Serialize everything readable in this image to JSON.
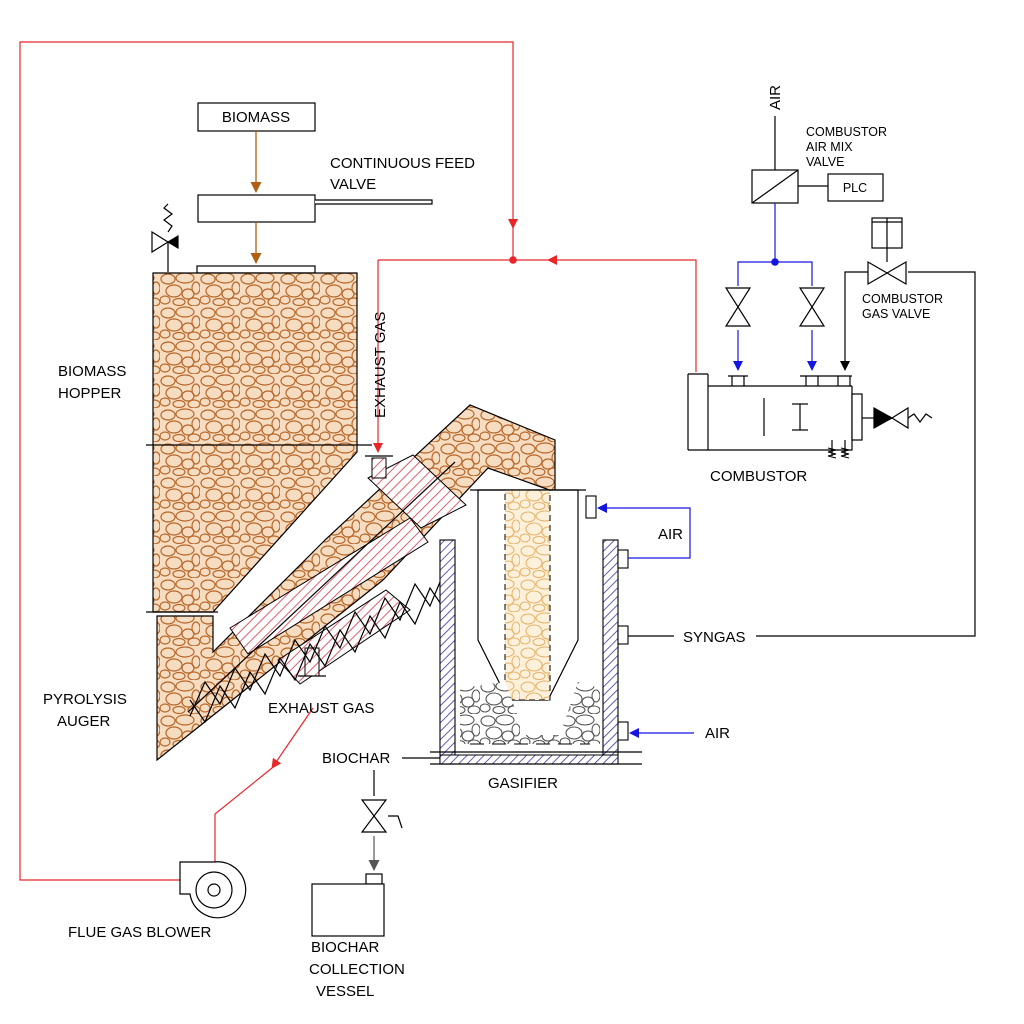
{
  "labels": {
    "biomass": "BIOMASS",
    "continuous_feed_valve_1": "CONTINUOUS FEED",
    "continuous_feed_valve_2": "VALVE",
    "biomass_hopper_1": "BIOMASS",
    "biomass_hopper_2": "HOPPER",
    "exhaust_gas_vertical": "EXHAUST GAS",
    "air_top": "AIR",
    "combustor_air_mix_valve_1": "COMBUSTOR",
    "combustor_air_mix_valve_2": "AIR MIX",
    "combustor_air_mix_valve_3": "VALVE",
    "plc": "PLC",
    "combustor_gas_valve_1": "COMBUSTOR",
    "combustor_gas_valve_2": "GAS VALVE",
    "combustor": "COMBUSTOR",
    "air_gasifier_upper": "AIR",
    "syngas": "SYNGAS",
    "pyrolysis_auger_1": "PYROLYSIS",
    "pyrolysis_auger_2": "AUGER",
    "exhaust_gas_lower": "EXHAUST GAS",
    "air_gasifier_lower": "AIR",
    "biochar": "BIOCHAR",
    "gasifier": "GASIFIER",
    "flue_gas_blower": "FLUE GAS BLOWER",
    "biochar_collection_vessel_1": "BIOCHAR",
    "biochar_collection_vessel_2": "COLLECTION",
    "biochar_collection_vessel_3": "VESSEL"
  },
  "colors": {
    "exhaust_line": "#e8262a",
    "air_line": "#1515e0",
    "biomass_arrow": "#b05e12",
    "biomass_fill": "#f6dcc0",
    "biomass_pebble": "#b8672a",
    "gasifier_fill": "#fdf1dc",
    "gasifier_pebble": "#e6b46c",
    "char_pebble": "#555555",
    "auger_hatch": "#d13a4a",
    "wall_hatch": "#2a2aa0"
  }
}
